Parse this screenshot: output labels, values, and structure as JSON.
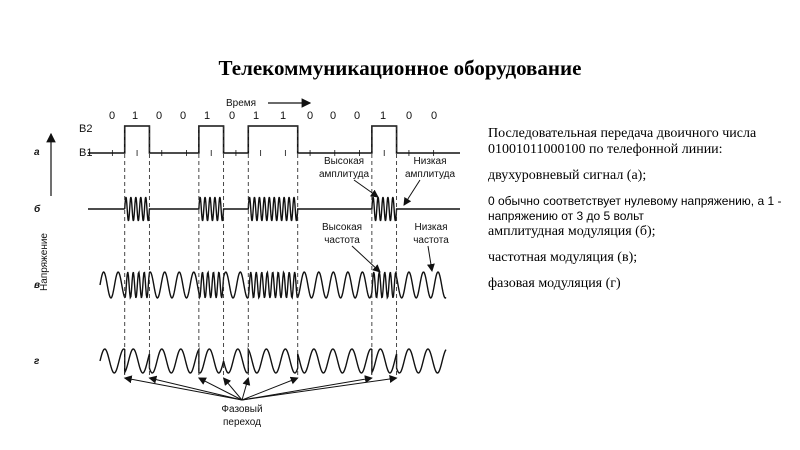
{
  "slide": {
    "title": "Телекоммуникационное оборудование"
  },
  "diagram": {
    "time_label": "Время",
    "voltage_label": "Напряжение",
    "level_labels": [
      "B2",
      "B1"
    ],
    "bits": [
      "0",
      "1",
      "0",
      "0",
      "1",
      "0",
      "1",
      "1",
      "0",
      "0",
      "0",
      "1",
      "0",
      "0"
    ],
    "row_labels": [
      "а",
      "б",
      "в",
      "г"
    ],
    "annotations": {
      "high_amplitude": [
        "Высокая",
        "амплитуда"
      ],
      "low_amplitude": [
        "Низкая",
        "амплитуда"
      ],
      "high_frequency": [
        "Высокая",
        "частота"
      ],
      "low_frequency": [
        "Низкая",
        "частота"
      ],
      "phase_shift": [
        "Фазовый",
        "переход"
      ]
    }
  },
  "text": {
    "intro": "Последовательная передача двоичного числа 01001011000100 по телефонной линии:",
    "two_level": "двухуровневый сигнал (а);",
    "note": "0 обычно соответствует нулевому напряжению, а 1 - напряжению от 3 до 5 вольт",
    "am": "амплитудная модуляция (б);",
    "fm": "частотная модуляция (в);",
    "pm": "фазовая модуляция (г)"
  }
}
